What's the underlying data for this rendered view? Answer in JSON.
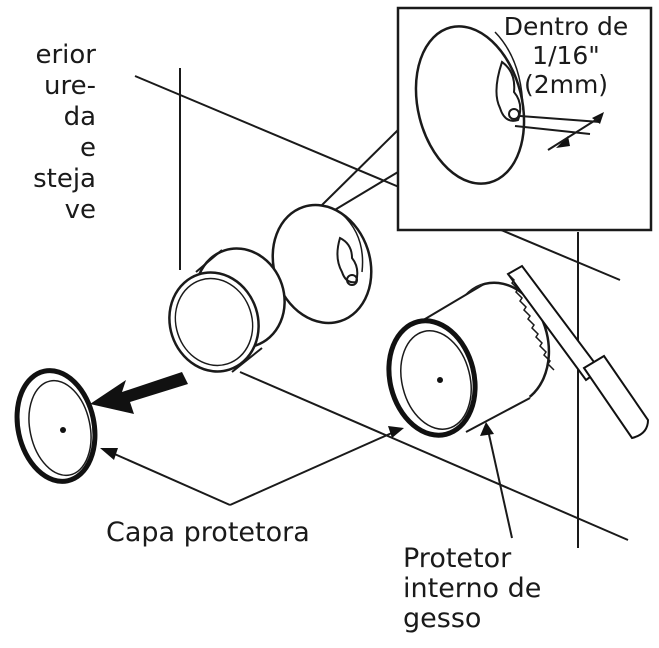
{
  "left_text_lines": [
    "erior",
    "ure-",
    "da",
    "e",
    "steja",
    "ve"
  ],
  "inset_label_lines": [
    "Dentro de",
    "1/16\"",
    "(2mm)"
  ],
  "cap_label": "Capa protetora",
  "protector_label_lines": [
    "Protetor",
    "interno de",
    "gesso"
  ],
  "colors": {
    "line": "#1a1a1a",
    "background": "#ffffff"
  }
}
